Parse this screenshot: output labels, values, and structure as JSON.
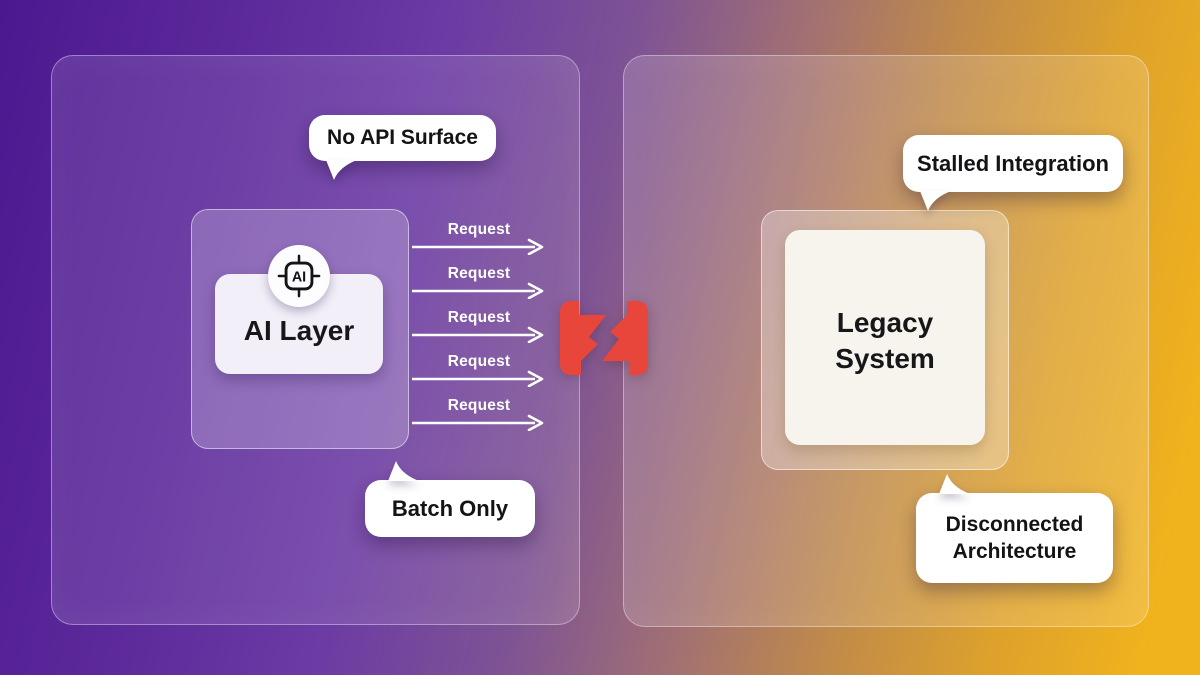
{
  "diagram": {
    "left_zone": {
      "callout_top": "No API Surface",
      "callout_bottom": "Batch Only",
      "node_label": "AI Layer",
      "chip_text": "AI"
    },
    "right_zone": {
      "callout_top": "Stalled Integration",
      "callout_bottom": "Disconnected Architecture",
      "node_label": "Legacy System"
    },
    "arrows": {
      "labels": [
        "Request",
        "Request",
        "Request",
        "Request",
        "Request"
      ]
    },
    "icons": {
      "ai_chip": "ai-chip-icon",
      "broken_connection": "broken-connection-icon"
    },
    "colors": {
      "accent_red": "#e8463a",
      "purple_deep": "#4c188f",
      "gold": "#f1b31c"
    }
  }
}
